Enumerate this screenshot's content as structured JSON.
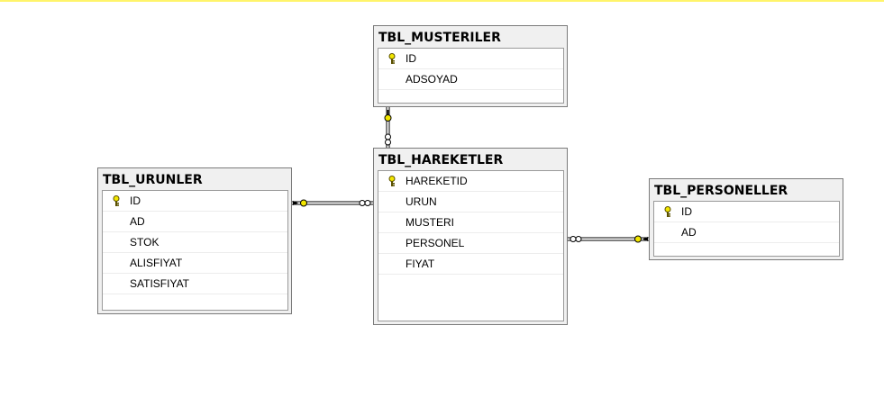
{
  "colors": {
    "top_highlight": "#fff46a",
    "key_yellow": "#f2e600"
  },
  "tables": {
    "musteriler": {
      "title": "TBL_MUSTERILER",
      "columns": [
        {
          "name": "ID",
          "primary_key": true
        },
        {
          "name": "ADSOYAD",
          "primary_key": false
        }
      ]
    },
    "hareketler": {
      "title": "TBL_HAREKETLER",
      "columns": [
        {
          "name": "HAREKETID",
          "primary_key": true
        },
        {
          "name": "URUN",
          "primary_key": false
        },
        {
          "name": "MUSTERI",
          "primary_key": false
        },
        {
          "name": "PERSONEL",
          "primary_key": false
        },
        {
          "name": "FIYAT",
          "primary_key": false
        }
      ]
    },
    "urunler": {
      "title": "TBL_URUNLER",
      "columns": [
        {
          "name": "ID",
          "primary_key": true
        },
        {
          "name": "AD",
          "primary_key": false
        },
        {
          "name": "STOK",
          "primary_key": false
        },
        {
          "name": "ALISFIYAT",
          "primary_key": false
        },
        {
          "name": "SATISFIYAT",
          "primary_key": false
        }
      ]
    },
    "personeller": {
      "title": "TBL_PERSONELLER",
      "columns": [
        {
          "name": "ID",
          "primary_key": true
        },
        {
          "name": "AD",
          "primary_key": false
        }
      ]
    }
  },
  "relationships": [
    {
      "from": "TBL_MUSTERILER",
      "to": "TBL_HAREKETLER",
      "one_end_icon": "key-icon",
      "many_end_icon": "infinity-icon"
    },
    {
      "from": "TBL_URUNLER",
      "to": "TBL_HAREKETLER",
      "one_end_icon": "key-icon",
      "many_end_icon": "infinity-icon"
    },
    {
      "from": "TBL_PERSONELLER",
      "to": "TBL_HAREKETLER",
      "one_end_icon": "key-icon",
      "many_end_icon": "infinity-icon"
    }
  ]
}
